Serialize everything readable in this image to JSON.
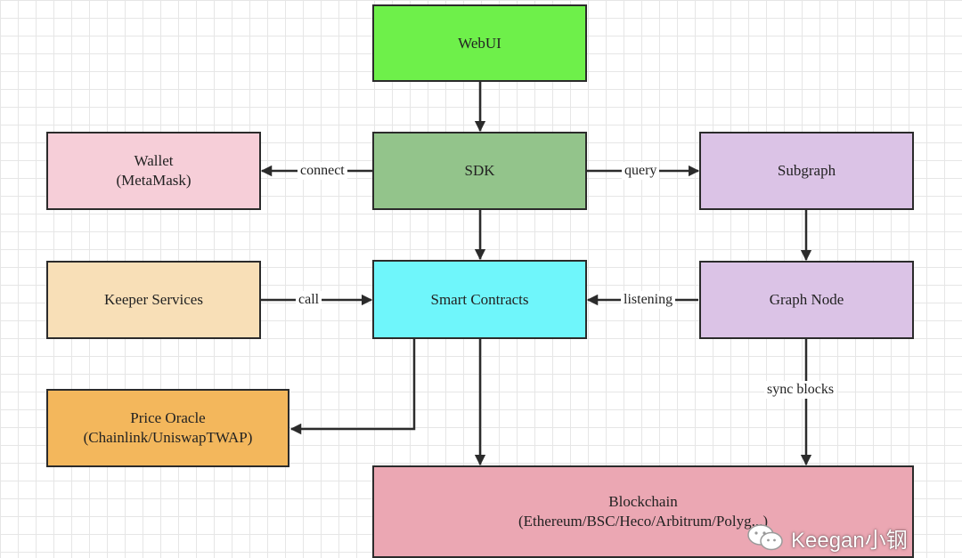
{
  "colors": {
    "webui": "#6ef04a",
    "sdk": "#93c48b",
    "wallet": "#f6ced8",
    "subgraph": "#dbc3e6",
    "keeper": "#f8dfb7",
    "contracts": "#6ff6fb",
    "graph_node": "#dbc3e6",
    "oracle": "#f3b75c",
    "blockchain": "#eba7b3",
    "edge": "#2b2b2b"
  },
  "nodes": {
    "webui": {
      "lines": [
        "WebUI"
      ]
    },
    "sdk": {
      "lines": [
        "SDK"
      ]
    },
    "wallet": {
      "lines": [
        "Wallet",
        "(MetaMask)"
      ]
    },
    "subgraph": {
      "lines": [
        "Subgraph"
      ]
    },
    "keeper": {
      "lines": [
        "Keeper Services"
      ]
    },
    "contracts": {
      "lines": [
        "Smart Contracts"
      ]
    },
    "graph_node": {
      "lines": [
        "Graph Node"
      ]
    },
    "oracle": {
      "lines": [
        "Price Oracle",
        "(Chainlink/UniswapTWAP)"
      ]
    },
    "blockchain": {
      "lines": [
        "Blockchain",
        "(Ethereum/BSC/Heco/Arbitrum/Polyg...)"
      ]
    }
  },
  "edges": {
    "connect": "connect",
    "query": "query",
    "call": "call",
    "listening": "listening",
    "sync_blocks": "sync blocks"
  },
  "watermark": {
    "icon": "wechat-icon",
    "text": "Keegan小钢"
  }
}
